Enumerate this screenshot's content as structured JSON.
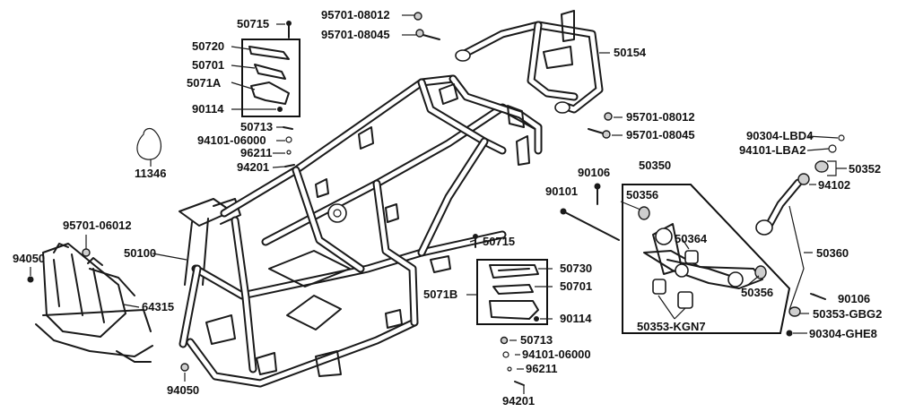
{
  "labels": {
    "p50715_top": "50715",
    "p95701_08012_top": "95701-08012",
    "p95701_08045_top": "95701-08045",
    "p50720": "50720",
    "p50701_top": "50701",
    "p5071A": "5071A",
    "p90114_top": "90114",
    "p50154": "50154",
    "p50713_top": "50713",
    "p94101_06000_top": "94101-06000",
    "p96211_top": "96211",
    "p94201_top": "94201",
    "p11346": "11346",
    "p95701_08012_mid": "95701-08012",
    "p95701_08045_mid": "95701-08045",
    "p90304_LBD4": "90304-LBD4",
    "p94101_LBA2": "94101-LBA2",
    "p50352": "50352",
    "p94102": "94102",
    "p50350": "50350",
    "p90106_top": "90106",
    "p90101": "90101",
    "p50356_top": "50356",
    "p50364": "50364",
    "p50356_bot": "50356",
    "p50360": "50360",
    "p50353_KGN7": "50353-KGN7",
    "p90106_bot": "90106",
    "p50353_GBG2": "50353-GBG2",
    "p90304_GHE8": "90304-GHE8",
    "p95701_06012": "95701-06012",
    "p94050_left": "94050",
    "p50100": "50100",
    "p64315": "64315",
    "p94050_bot": "94050",
    "p50715_mid": "50715",
    "p50730": "50730",
    "p50701_mid": "50701",
    "p5071B": "5071B",
    "p90114_mid": "90114",
    "p50713_bot": "50713",
    "p94101_06000_bot": "94101-06000",
    "p96211_bot": "96211",
    "p94201_bot": "94201"
  }
}
